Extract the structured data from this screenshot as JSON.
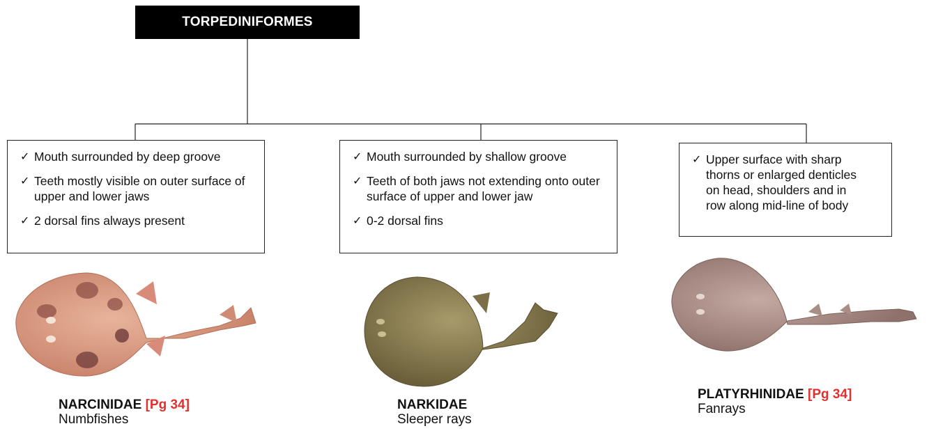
{
  "root": {
    "label": "TORPEDINIFORMES"
  },
  "families": [
    {
      "criteria": [
        "Mouth surrounded by deep groove",
        "Teeth mostly visible on outer surface of upper and lower jaws",
        "2 dorsal fins always present"
      ],
      "name": "NARCINIDAE",
      "ref": "[Pg 34]",
      "common": "Numbfishes"
    },
    {
      "criteria": [
        "Mouth surrounded by shallow groove",
        "Teeth of both jaws not extending onto outer surface of upper and lower jaw",
        "0-2 dorsal fins"
      ],
      "name": "NARKIDAE",
      "ref": "",
      "common": "Sleeper rays"
    },
    {
      "criteria": [
        "Upper surface with sharp thorns or enlarged denticles on head, shoulders and in row along mid-line of body"
      ],
      "name": "PLATYRHINIDAE",
      "ref": "[Pg 34]",
      "common": "Fanrays"
    }
  ],
  "check_glyph": "✓",
  "colors": {
    "ref": "#e0312f",
    "root_bg": "#000000"
  }
}
